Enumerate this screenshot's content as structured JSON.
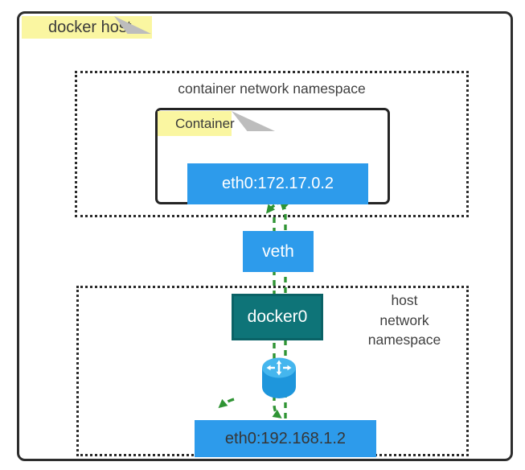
{
  "title": "docker host",
  "container_namespace": {
    "label": "container network namespace",
    "container": {
      "label": "Container",
      "eth0": "eth0:172.17.0.2"
    }
  },
  "veth": {
    "label": "veth"
  },
  "host_namespace": {
    "label": "host\nnetwork\nnamespace",
    "docker0": "docker0",
    "eth0": "eth0:192.168.1.2"
  },
  "icons": {
    "router": "router-icon",
    "note_fold": "folded-corner-icon"
  },
  "colors": {
    "node_blue": "#2D9BEB",
    "bridge_teal": "#0E7478",
    "bridge_teal_border": "#0A6266",
    "arrow_green": "#2F9434",
    "note_yellow": "#FAF6A1",
    "border_dark": "#2D2D2D",
    "dark_text": "#3A3A3A"
  }
}
